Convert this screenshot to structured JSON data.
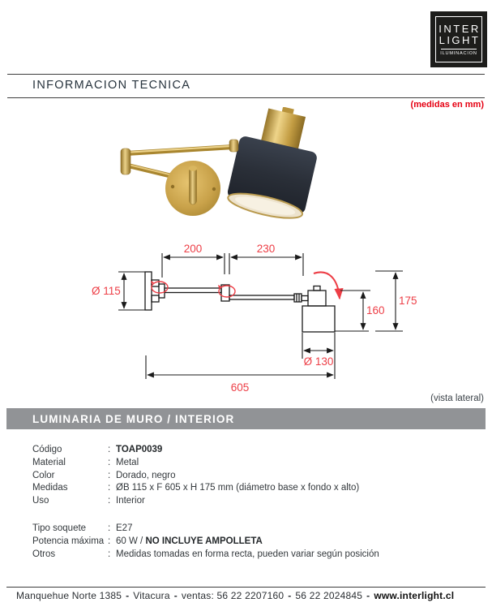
{
  "brand": {
    "logo_line1": "INTER",
    "logo_line2": "LIGHT",
    "logo_sub": "ILUMINACION"
  },
  "header": {
    "title": "INFORMACION TECNICA",
    "units_note": "(medidas en mm)",
    "view_note": "(vista lateral)"
  },
  "drawing": {
    "dims": {
      "d200": "200",
      "d230": "230",
      "d115": "Ø 115",
      "d160": "160",
      "d175": "175",
      "d130": "Ø 130",
      "d605": "605"
    }
  },
  "section": {
    "title": "LUMINARIA DE MURO / INTERIOR"
  },
  "specs": {
    "group1": [
      {
        "label": "Código",
        "sep": ":",
        "pre": "",
        "bold": "TOAP0039"
      },
      {
        "label": "Material",
        "sep": ":",
        "pre": "Metal",
        "bold": ""
      },
      {
        "label": "Color",
        "sep": ":",
        "pre": "Dorado, negro",
        "bold": ""
      },
      {
        "label": "Medidas",
        "sep": ":",
        "pre": "ØB 115 x F 605 x H 175 mm (diámetro base x fondo x alto)",
        "bold": ""
      },
      {
        "label": "Uso",
        "sep": ":",
        "pre": "Interior",
        "bold": ""
      }
    ],
    "group2": [
      {
        "label": "Tipo soquete",
        "sep": ":",
        "pre": "E27",
        "bold": ""
      },
      {
        "label": "Potencia máxima",
        "sep": ":",
        "pre": "60 W / ",
        "bold": "NO INCLUYE AMPOLLETA"
      },
      {
        "label": "Otros",
        "sep": ":",
        "pre": "Medidas tomadas en forma recta, pueden variar según posición",
        "bold": ""
      }
    ]
  },
  "footer": {
    "address": "Manquehue Norte 1385",
    "city": "Vitacura",
    "phone1": "ventas: 56 22 2207160",
    "phone2": "56 22 2024845",
    "sep": "-",
    "website": "www.interlight.cl"
  },
  "colors": {
    "accent_red": "#e60012",
    "dim_red": "#ed3e46",
    "bar_gray": "#919396",
    "brass": "#c9a24a",
    "shade_dark": "#2a2f38"
  }
}
